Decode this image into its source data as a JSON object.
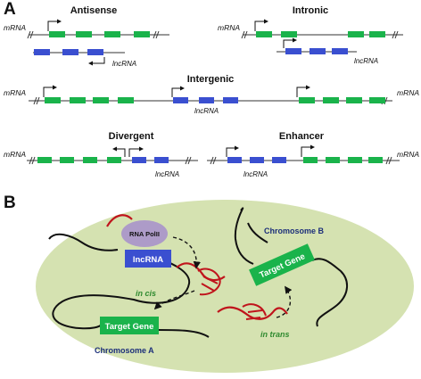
{
  "panel_a": {
    "letter": "A",
    "antisense": {
      "title": "Antisense",
      "mrna": "mRNA",
      "lncrna": "lncRNA"
    },
    "intronic": {
      "title": "Intronic",
      "mrna": "mRNA",
      "lncrna": "lncRNA"
    },
    "intergenic": {
      "title": "Intergenic",
      "mrna_left": "mRNA",
      "mrna_right": "mRNA",
      "lncrna": "lncRNA"
    },
    "divergent": {
      "title": "Divergent",
      "mrna": "mRNA",
      "lncrna": "lncRNA"
    },
    "enhancer": {
      "title": "Enhancer",
      "mrna": "mRNA",
      "lncrna": "lncRNA"
    }
  },
  "panel_b": {
    "letter": "B",
    "rna_pol": "RNA PolII",
    "lncrna_box": "lncRNA",
    "target_gene_a": "Target Gene",
    "target_gene_b": "Target Gene",
    "in_cis": "in cis",
    "in_trans": "in trans",
    "chromosome_a": "Chromosome A",
    "chromosome_b": "Chromosome B"
  },
  "colors": {
    "exon_mrna": "#1ab34b",
    "exon_lncrna": "#3a4fd0",
    "nucleus": "#d5e2b1",
    "rna_strand": "#c0141c",
    "polii": "#ad9bc8",
    "chromosome_label": "#1c2f7a",
    "cis_trans_label": "#2f8a2f"
  }
}
